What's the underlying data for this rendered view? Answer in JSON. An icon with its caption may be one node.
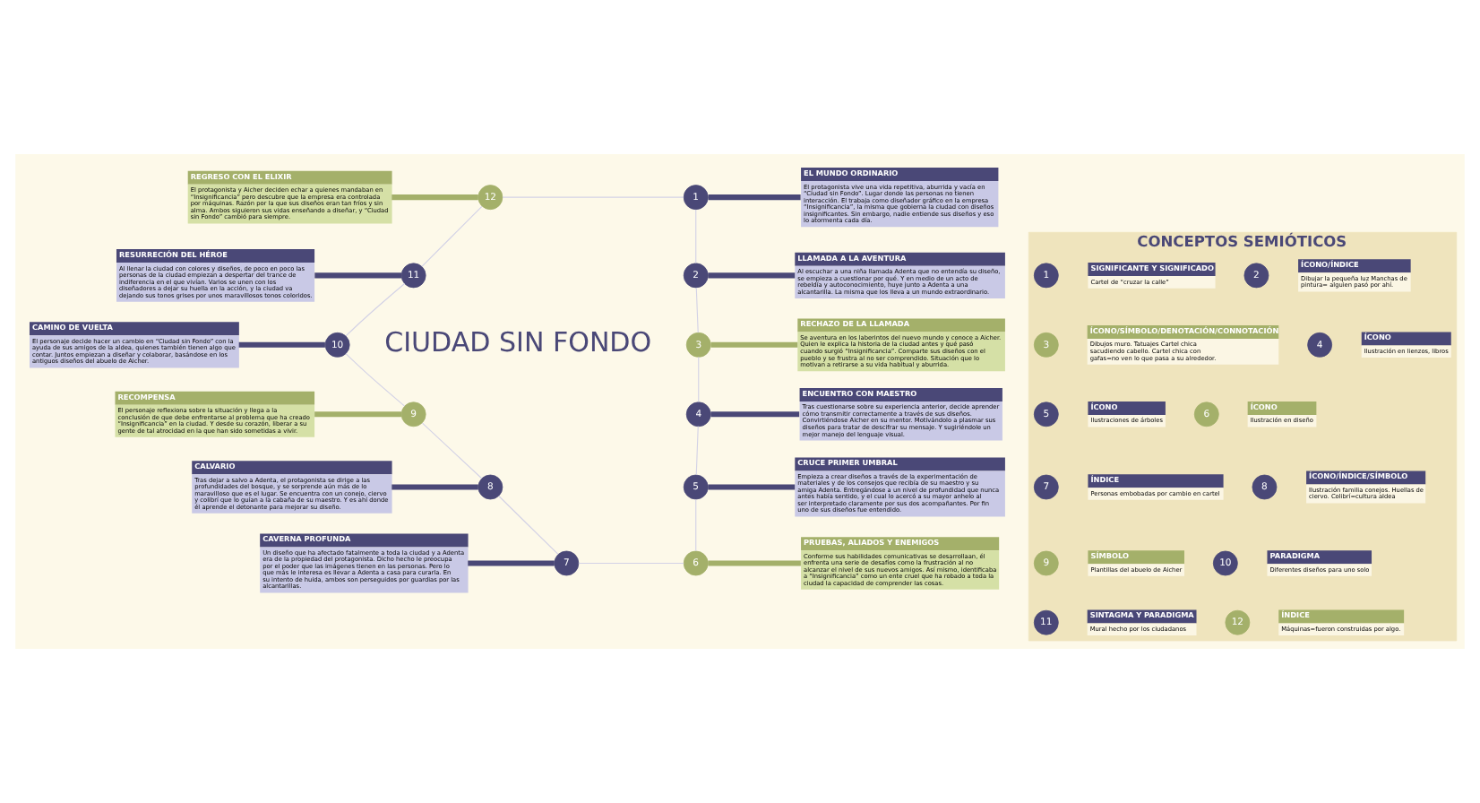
{
  "diagram": {
    "nodes": [
      {
        "text": [
          "1"
        ]
      },
      {
        "text": [
          "EL MUNDO ORDINARIO",
          "El protagonista vive una vida repetitiva, aburrida y vacía en “Ciudad sin Fondo”. Lugar donde las personas no tienen interacción. El trabaja como diseñador gráfico en la empresa “Insignificancia”, la misma que gobierna la ciudad con diseños insignificantes. Sin embargo, nadie entiende sus diseños y eso lo atormenta cada día."
        ]
      },
      {
        "text": [
          "2"
        ]
      },
      {
        "text": [
          "LLAMADA A LA AVENTURA",
          "Al escuchar a una niña llamada Adenta que no entendía su diseño, se empieza a cuestionar por qué. Y en medio de un acto de rebeldía y autoconocimiento, huye junto a Adenta a una alcantarilla. La misma que los lleva a un mundo extraordinario."
        ]
      },
      {
        "text": [
          "3"
        ]
      },
      {
        "text": [
          "RECHAZO DE LA LLAMADA",
          "Se aventura en los laberintos del nuevo mundo y conoce a Aicher. Quien le explica la historia de la ciudad antes y qué pasó cuando surgió “Insignificancia”. Comparte sus diseños con el pueblo y se frustra al no ser comprendido. Situación que lo motivan a retirarse a su vida habitual y aburrida."
        ]
      },
      {
        "text": [
          "4"
        ]
      },
      {
        "text": [
          "ENCUENTRO CON MAESTRO",
          "Tras cuestionarse sobre su experiencia anterior, decide aprender cómo transmitir correctamente a través de sus diseños. Convirtiéndose Aicher en su mentor. Motivándolo a plasmar sus diseños para tratar de descifrar su mensaje. Y sugiriéndole un mejor manejo del lenguaje visual."
        ]
      },
      {
        "text": [
          "5"
        ]
      },
      {
        "text": [
          "CRUCE PRIMER UMBRAL",
          "Empieza a crear diseños a través de la experimentación de materiales y de los consejos que recibía de su maestro y su amiga Adenta. Entregándose a un nivel de profundidad que nunca antes había sentido, y el cual lo acercó a su mayor anhelo al ser interpretado claramente por sus dos acompañantes. Por fin uno de sus diseños fue entendido."
        ]
      },
      {
        "text": [
          "6"
        ]
      },
      {
        "text": [
          "PRUEBAS, ALIADOS Y ENEMIGOS",
          "Conforme sus habilidades comunicativas se desarrollaan, él enfrenta una serie de desafíos como la frustración al no alcanzar el nivel de sus nuevos amigos. Así mismo, identificaba a “Insignificancia” como un ente cruel que ha robado a toda la ciudad la capacidad de comprender las cosas."
        ]
      },
      {
        "text": [
          "7"
        ]
      },
      {
        "text": [
          "CAVERNA PROFUNDA",
          "Un diseño que ha afectado fatalmente a toda la ciudad y a Adenta era de la propiedad del protagonista. Dicho hecho le preocupa por el poder que las imágenes tienen en las personas. Pero lo que más le interesa es llevar a Adenta a casa para curarla. En su intento de huida, ambos son perseguidos por guardias por las alcantarillas."
        ]
      },
      {
        "text": [
          "8"
        ]
      },
      {
        "text": [
          "CALVARIO",
          "Tras dejar a salvo a Adenta, el protagonista se dirige a las profundidades del bosque, y se sorprende aún más de lo maravilloso que es el lugar. Se encuentra con un conejo, ciervo y colibrí que lo guían a la cabaña de su maestro. Y es ahí donde él aprende el detonante para mejorar su diseño."
        ]
      },
      {
        "text": [
          "9"
        ]
      },
      {
        "text": [
          "RECOMPENSA",
          "El personaje reflexiona sobre la situación y llega a la conclusión de que debe enfrentarse al problema que ha creado “Insignificancia” en la ciudad. Y desde su corazón, liberar a su gente de tal atrocidad en la que han sido sometidas a vivir."
        ]
      },
      {
        "text": [
          "10"
        ]
      },
      {
        "text": [
          "CAMINO DE VUELTA",
          "El personaje decide hacer un cambio en “Ciudad sin Fondo” con la ayuda de sus amigos de la aldea, quienes también tienen algo que contar. Juntos empiezan a diseñar y colaborar, basándose en los antiguos diseños del abuelo de Aicher."
        ]
      },
      {
        "text": [
          "11"
        ]
      },
      {
        "text": [
          "RESURRECIÓN DEL HÉROE",
          "Al llenar la ciudad con colores y diseños, de poco en poco las personas de la ciudad empiezan a despertar del trance de indiferencia en el que vivían. Varios se unen con los diseñadores a dejar su huella en la acción, y la ciudad va dejando sus tonos grises por unos maravillosos tonos coloridos."
        ]
      },
      {
        "text": [
          "12"
        ]
      },
      {
        "text": [
          "REGRESO CON EL ELIXIR",
          "El protagonista y Aicher deciden echar a quienes mandaban en “Insignificancia” pero descubre que la empresa era controlada por máquinas. Razón por la que sus diseños eran tan fríos y sin alma. Ambos siguieron sus vidas enseñando a diseñar, y “Ciudad sin Fondo” cambió para siempre."
        ]
      },
      {
        "text": [
          "CONCEPTOS SEMIÓTICOS"
        ]
      },
      {
        "text": [
          "1"
        ],
        "in": 24
      },
      {
        "text": [
          "SIGNIFICANTE Y SIGNIFICADO",
          "Cartel de “cruzar la calle”"
        ],
        "in": 24
      },
      {
        "text": [
          "2"
        ],
        "in": 24
      },
      {
        "text": [
          "ÍCONO/ÍNDICE",
          "Dibujar la pequeña luz Manchas de pintura= alguien pasó por ahí."
        ],
        "in": 24
      },
      {
        "text": [
          "3"
        ],
        "in": 24
      },
      {
        "text": [
          "ÍCONO/SÍMBOLO/DENOTACIÓN/CONNOTACIÓN",
          "Dibujos muro. Tatuajes Cartel chica sacudiendo cabello. Cartel chica con gafas=no ven lo que pasa a su alrededor."
        ],
        "in": 24
      },
      {
        "text": [
          "4"
        ],
        "in": 24
      },
      {
        "text": [
          "ÍCONO",
          "Ilustración en lienzos, libros"
        ],
        "in": 24
      },
      {
        "text": [
          "5"
        ],
        "in": 24
      },
      {
        "text": [
          "ÍCONO",
          "Ilustraciones de árboles"
        ],
        "in": 24
      },
      {
        "text": [
          "6"
        ],
        "in": 24
      },
      {
        "text": [
          "ÍCONO",
          "Ilustración en diseño"
        ],
        "in": 24
      },
      {
        "text": [
          "7"
        ],
        "in": 24
      },
      {
        "text": [
          "ÍNDICE",
          "Personas embobadas por cambio en cartel"
        ],
        "in": 24
      },
      {
        "text": [
          "8"
        ],
        "in": 24
      },
      {
        "text": [
          "ÍCONO/ÍNDICE/SÍMBOLO",
          "Ilustración familia conejos. Huellas de ciervo. Colibrí=cultura aldea"
        ],
        "in": 24
      },
      {
        "text": [
          "9"
        ],
        "in": 24
      },
      {
        "text": [
          "SÍMBOLO",
          "Plantillas del abuelo de Aicher"
        ],
        "in": 24
      },
      {
        "text": [
          "10"
        ],
        "in": 24
      },
      {
        "text": [
          "PARADIGMA",
          "Diferentes diseños para uno solo"
        ],
        "in": 24
      },
      {
        "text": [
          "11"
        ],
        "in": 24
      },
      {
        "text": [
          "SINTAGMA Y PARADIGMA",
          "Mural hecho por los ciudadanos"
        ],
        "in": 24
      },
      {
        "text": [
          "12"
        ],
        "in": 24
      },
      {
        "text": [
          "ÍNDICE",
          "Máquinas=fueron construidas por algo."
        ],
        "in": 24
      }
    ],
    "edges": [
      {
        "from": 0,
        "to": 2,
        "arrow": "none"
      },
      {
        "from": 2,
        "to": 4,
        "arrow": "none"
      },
      {
        "from": 4,
        "to": 6,
        "arrow": "none"
      },
      {
        "from": 6,
        "to": 8,
        "arrow": "none"
      },
      {
        "from": 8,
        "to": 10,
        "arrow": "none"
      },
      {
        "from": 12,
        "to": 10,
        "arrow": "none"
      },
      {
        "from": 14,
        "to": 12,
        "arrow": "none"
      },
      {
        "from": 16,
        "to": 14,
        "arrow": "none"
      },
      {
        "from": 18,
        "to": 16,
        "arrow": "none"
      },
      {
        "from": 20,
        "to": 18,
        "arrow": "none"
      },
      {
        "from": 22,
        "to": 20,
        "arrow": "none"
      },
      {
        "from": 22,
        "to": 0,
        "arrow": "none"
      },
      {
        "from": 0,
        "to": 1,
        "arrow": "none",
        "style": "thick",
        "color": "#4a4877"
      },
      {
        "from": 2,
        "to": 3,
        "arrow": "none",
        "style": "thick",
        "color": "#4a4877"
      },
      {
        "from": 4,
        "to": 5,
        "arrow": "none",
        "style": "thick",
        "color": "#a4b06a"
      },
      {
        "from": 6,
        "to": 7,
        "arrow": "none",
        "style": "thick",
        "color": "#4a4877"
      },
      {
        "from": 8,
        "to": 9,
        "arrow": "none",
        "style": "thick",
        "color": "#4a4877"
      },
      {
        "from": 10,
        "to": 11,
        "arrow": "none",
        "style": "thick",
        "color": "#a4b06a"
      },
      {
        "from": 13,
        "to": 12,
        "arrow": "none",
        "style": "thick",
        "color": "#4a4877"
      },
      {
        "from": 15,
        "to": 14,
        "arrow": "none",
        "style": "thick",
        "color": "#4a4877"
      },
      {
        "from": 17,
        "to": 16,
        "arrow": "none",
        "style": "thick",
        "color": "#a4b06a"
      },
      {
        "from": 19,
        "to": 18,
        "arrow": "none",
        "style": "thick",
        "color": "#4a4877"
      },
      {
        "from": 21,
        "to": 20,
        "arrow": "none",
        "style": "thick",
        "color": "#4a4877"
      },
      {
        "from": 23,
        "to": 22,
        "arrow": "none",
        "style": "thick",
        "color": "#a4b06a"
      }
    ],
    "labels": [
      "CIUDAD SIN FONDO"
    ]
  }
}
